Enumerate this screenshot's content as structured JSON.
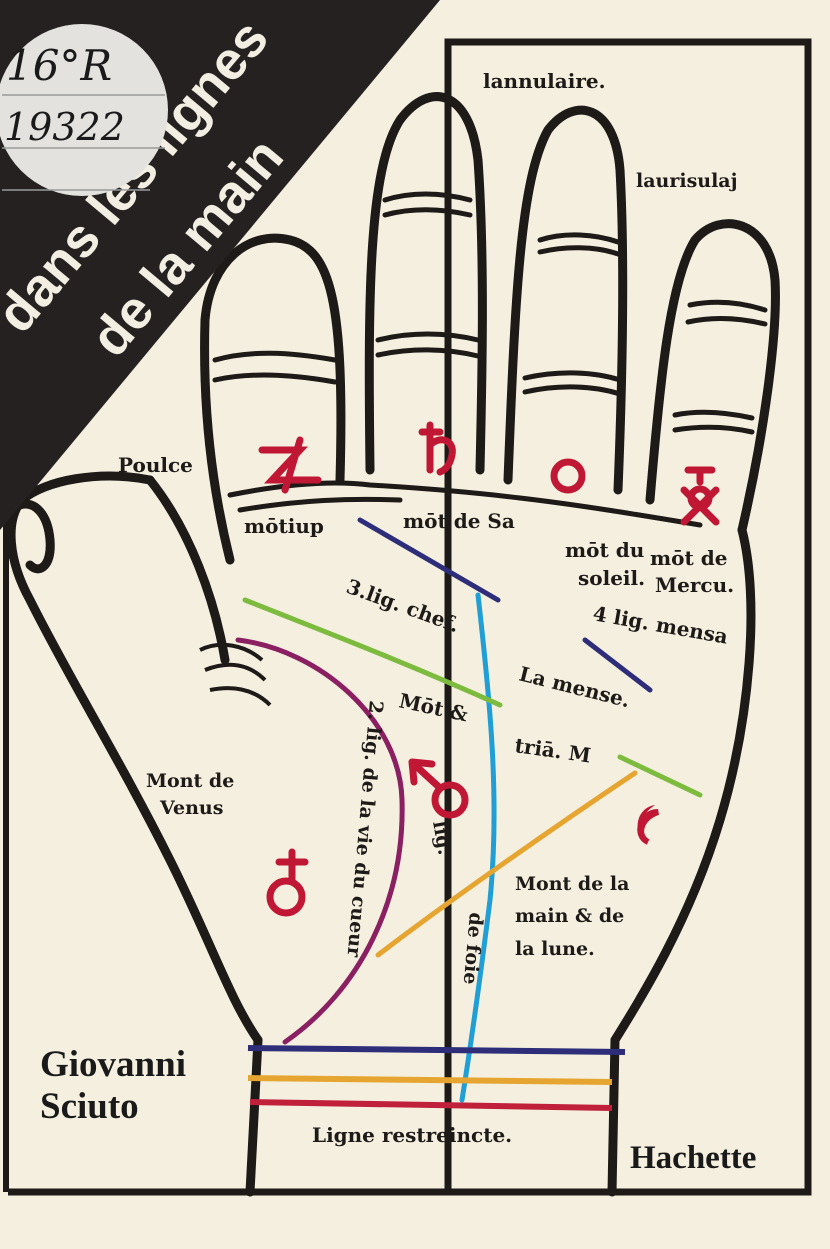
{
  "cover": {
    "banner_line1": "dans les lignes",
    "banner_line2": "de la main",
    "author_first": "Giovanni",
    "author_last": "Sciuto",
    "publisher": "Hachette"
  },
  "stamp": {
    "line1": "16°R",
    "line2": "19322"
  },
  "hand_labels": {
    "annulaire": "lannulaire.",
    "auriculaire": "laurisulaj",
    "poulce": "Poulce",
    "mont_jupiter": "mōtiup",
    "mont_saturne": "mōt de Sa",
    "mont_soleil_1": "mōt du",
    "mont_soleil_2": "soleil.",
    "mont_mercure_1": "mōt de",
    "mont_mercure_2": "Mercu.",
    "ligne_chef": "3.lig. chef.",
    "ligne_mensa": "4 lig. mensa",
    "la_mense": "La mense.",
    "mont_triangle_1": "Mōt &",
    "mont_triangle_2": "triā. M",
    "mont_venus_1": "Mont de",
    "mont_venus_2": "Venus",
    "ligne_vie": "2. lig. de la vie du cueur",
    "lig": "lig.",
    "de_foie": "de foie",
    "mont_lune_1": "Mont de la",
    "mont_lune_2": "main & de",
    "mont_lune_3": "la lune.",
    "ligne_restreinte": "Ligne restreincte."
  },
  "colors": {
    "background": "#f4efdf",
    "ink": "#1d1a17",
    "banner": "#242120",
    "symbol_red": "#c01735",
    "line_blue": "#1f9fd6",
    "line_navy": "#2d2d7a",
    "line_green": "#7cbb3e",
    "line_purple": "#8a1f62",
    "line_orange": "#e6a530",
    "line_red": "#c0203a"
  }
}
